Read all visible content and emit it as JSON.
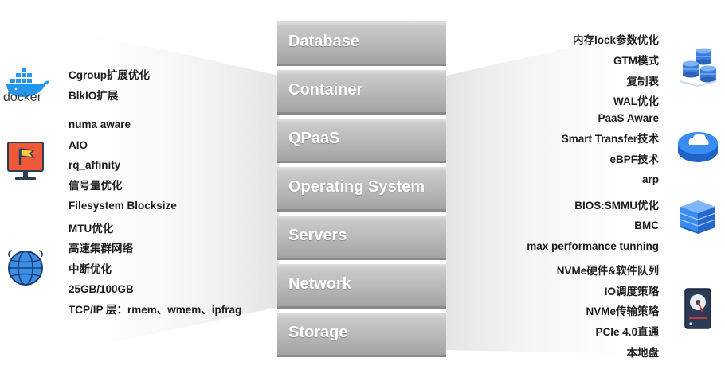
{
  "stack": {
    "layers": [
      "Database",
      "Container",
      "QPaaS",
      "Operating System",
      "Servers",
      "Network",
      "Storage"
    ]
  },
  "left": {
    "docker_logo_text": "docker",
    "docker_items": [
      "Cgroup扩展优化",
      "BlkIO扩展"
    ],
    "os_items": [
      "numa aware",
      "AIO",
      "rq_affinity",
      "信号量优化",
      "Filesystem Blocksize"
    ],
    "network_items": [
      "MTU优化",
      "高速集群网络",
      "中断优化",
      "25GB/100GB",
      "TCP/IP 层：rmem、wmem、ipfrag"
    ]
  },
  "right": {
    "database_items": [
      "内存lock参数优化",
      "GTM模式",
      "复制表",
      "WAL优化"
    ],
    "cloud_items": [
      "PaaS Aware",
      "Smart Transfer技术",
      "eBPF技术",
      "arp"
    ],
    "server_items": [
      "BIOS:SMMU优化",
      "BMC",
      "max performance tunning"
    ],
    "storage_items": [
      "NVMe硬件&软件队列",
      "IO调度策略",
      "NVMe传输策略",
      "PCIe 4.0直通",
      "本地盘"
    ]
  },
  "icons": [
    "docker-whale-icon",
    "flag-monitor-icon",
    "globe-icon",
    "database-cylinders-icon",
    "cloud-icon",
    "server-stack-icon",
    "hard-drive-icon"
  ],
  "colors": {
    "layer_fill": "#b8b8b8",
    "layer_text": "#ffffff",
    "blue_icon": "#2b7fe0",
    "docker_blue": "#2496ed",
    "monitor_orange": "#f05a3a"
  }
}
